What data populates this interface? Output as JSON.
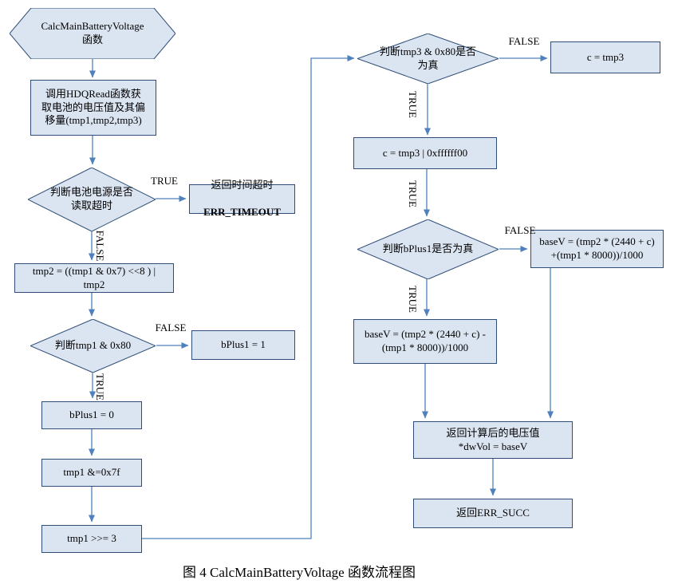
{
  "title": "CalcMainBatteryVoltage 函数流程图",
  "caption": "图 4 CalcMainBatteryVoltage 函数流程图",
  "colors": {
    "node_fill": "#dbe5f1",
    "node_border": "#2d4d76",
    "arrow": "#4f81bd",
    "text": "#000000"
  },
  "nodes": {
    "start": {
      "text": "CalcMainBatteryVoltage\n函数"
    },
    "call_hdqread": {
      "text": "调用HDQRead函数获\n取电池的电压值及其偏\n移量(tmp1,tmp2,tmp3)"
    },
    "timeout_check": {
      "text": "判断电池电源是否\n读取超时"
    },
    "err_timeout": {
      "line1": "返回时间超时",
      "line2": "ERR_TIMEOUT"
    },
    "tmp2_calc": {
      "text": "tmp2 = ((tmp1 & 0x7) <<8 ) |\ntmp2"
    },
    "tmp1_check": {
      "text": "判断tmp1 & 0x80"
    },
    "bplus1_one": {
      "text": "bPlus1 = 1"
    },
    "bplus1_zero": {
      "text": "bPlus1 = 0"
    },
    "tmp1_and": {
      "text": "tmp1 &=0x7f"
    },
    "tmp1_shift": {
      "text": "tmp1 >>= 3"
    },
    "tmp3_check": {
      "text": "判断tmp3 & 0x80是否\n为真"
    },
    "c_tmp3": {
      "text": "c = tmp3"
    },
    "c_or": {
      "text": "c = tmp3 | 0xffffff00"
    },
    "bplus1_check": {
      "text": "判断bPlus1是否为真"
    },
    "basev_plus": {
      "text": "baseV = (tmp2 * (2440 + c)\n+(tmp1 * 8000))/1000"
    },
    "basev_minus": {
      "text": "baseV = (tmp2 * (2440 + c) -\n(tmp1 * 8000))/1000"
    },
    "return_voltage": {
      "text": "返回计算后的电压值\n*dwVol = baseV"
    },
    "return_succ": {
      "text": "返回ERR_SUCC"
    }
  },
  "labels": {
    "timeout_true": "TRUE",
    "timeout_false": "FALSE",
    "tmp1_false": "FALSE",
    "tmp1_true": "TRUE",
    "tmp3_false": "FALSE",
    "tmp3_true": "TRUE",
    "c_or_true": "TRUE",
    "bplus1_false": "FALSE",
    "bplus1_true": "TRUE"
  }
}
